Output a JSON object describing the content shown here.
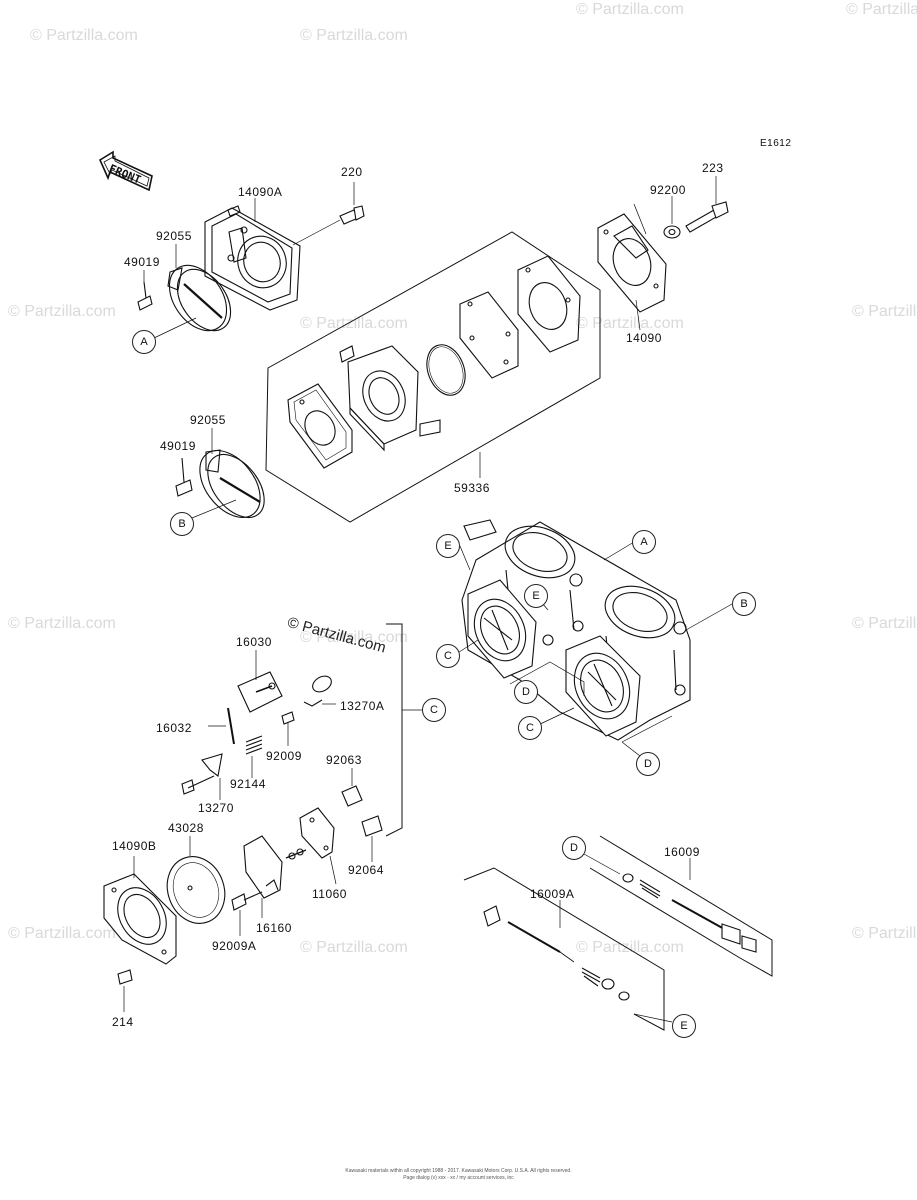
{
  "diagram_code": "E1612",
  "front_label": "FRONT",
  "copyright": "© Partzilla.com",
  "watermark_text": "© Partzilla.com",
  "footer": {
    "line1": "Kawasaki materials within all copyright 1988 - 2017. Kawasaki Motors Corp. U.S.A. All rights reserved.",
    "line2": "Page dialog (v) xxx - xx / my account services, inc"
  },
  "part_numbers": {
    "p14090A": "14090A",
    "p220": "220",
    "p92055a": "92055",
    "p49019a": "49019",
    "p92200": "92200",
    "p223": "223",
    "p14090": "14090",
    "p92055b": "92055",
    "p49019b": "49019",
    "p59336": "59336",
    "p16030": "16030",
    "p16032": "16032",
    "p13270A": "13270A",
    "p92009": "92009",
    "p92144": "92144",
    "p13270": "13270",
    "p92063": "92063",
    "p43028": "43028",
    "p14090B": "14090B",
    "p92064": "92064",
    "p11060": "11060",
    "p16160": "16160",
    "p92009A": "92009A",
    "p214": "214",
    "p16009": "16009",
    "p16009A": "16009A"
  },
  "callouts": {
    "A": "A",
    "B": "B",
    "C": "C",
    "D": "D",
    "E": "E"
  }
}
